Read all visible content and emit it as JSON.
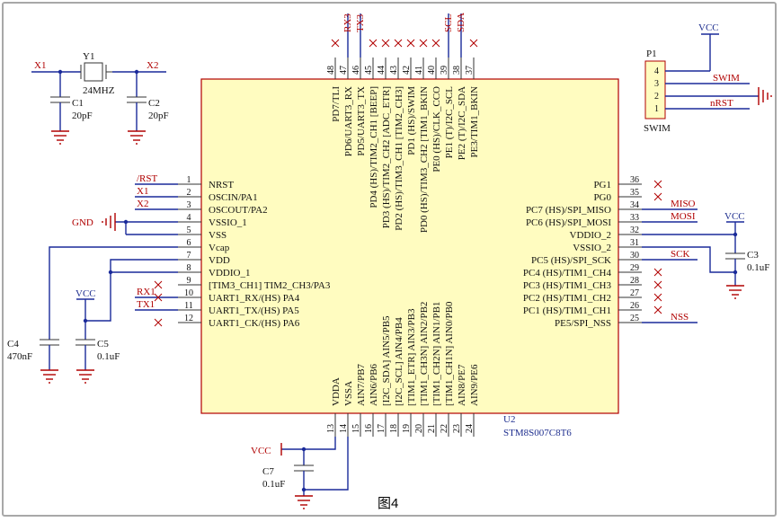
{
  "figure_caption": "图4",
  "mcu": {
    "designator": "U2",
    "part": "STM8S007C8T6",
    "left_pins": [
      {
        "num": "1",
        "name": "NRST",
        "net": "/RST"
      },
      {
        "num": "2",
        "name": "OSCIN/PA1",
        "net": "X1"
      },
      {
        "num": "3",
        "name": "OSCOUT/PA2",
        "net": "X2"
      },
      {
        "num": "4",
        "name": "VSSIO_1",
        "net": "GND"
      },
      {
        "num": "5",
        "name": "VSS",
        "net": ""
      },
      {
        "num": "6",
        "name": "Vcap",
        "net": ""
      },
      {
        "num": "7",
        "name": "VDD",
        "net": ""
      },
      {
        "num": "8",
        "name": "VDDIO_1",
        "net": ""
      },
      {
        "num": "9",
        "name": "[TIM3_CH1] TIM2_CH3/PA3",
        "net": ""
      },
      {
        "num": "10",
        "name": "UART1_RX/(HS) PA4",
        "net": "RX1"
      },
      {
        "num": "11",
        "name": "UART1_TX/(HS) PA5",
        "net": "TX1"
      },
      {
        "num": "12",
        "name": "UART1_CK/(HS) PA6",
        "net": ""
      }
    ],
    "right_pins": [
      {
        "num": "36",
        "name": "PG1",
        "net": ""
      },
      {
        "num": "35",
        "name": "PG0",
        "net": ""
      },
      {
        "num": "34",
        "name": "PC7 (HS)/SPI_MISO",
        "net": "MISO"
      },
      {
        "num": "33",
        "name": "PC6 (HS)/SPI_MOSI",
        "net": "MOSI"
      },
      {
        "num": "32",
        "name": "VDDIO_2",
        "net": "VCC"
      },
      {
        "num": "31",
        "name": "VSSIO_2",
        "net": ""
      },
      {
        "num": "30",
        "name": "PC5 (HS)/SPI_SCK",
        "net": "SCK"
      },
      {
        "num": "29",
        "name": "PC4 (HS)/TIM1_CH4",
        "net": ""
      },
      {
        "num": "28",
        "name": "PC3 (HS)/TIM1_CH3",
        "net": ""
      },
      {
        "num": "27",
        "name": "PC2 (HS)/TIM1_CH2",
        "net": ""
      },
      {
        "num": "26",
        "name": "PC1 (HS)/TIM1_CH1",
        "net": ""
      },
      {
        "num": "25",
        "name": "PE5/SPI_NSS",
        "net": "NSS"
      }
    ],
    "top_pins": [
      {
        "num": "48",
        "name": "PD7/TLI"
      },
      {
        "num": "47",
        "name": "PD6/UART3_RX"
      },
      {
        "num": "46",
        "name": "PD5/UART3_TX"
      },
      {
        "num": "45",
        "name": "PD4 (HS)/TIM2_CH1 [BEEP]"
      },
      {
        "num": "44",
        "name": "PD3 (HS)/TIM2_CH2 [ADC_ETR]"
      },
      {
        "num": "43",
        "name": "PD2 (HS)/TIM3_CH1 [TIM2_CH3]"
      },
      {
        "num": "42",
        "name": "PD1 (HS)/SWIM"
      },
      {
        "num": "41",
        "name": "PD0 (HS)/TIM3_CH2 [TIM1_BKIN"
      },
      {
        "num": "40",
        "name": "PE0 (HS)/CLK_CCO"
      },
      {
        "num": "39",
        "name": "PE1 (T)/I2C_SCL"
      },
      {
        "num": "38",
        "name": "PE2 (T)/I2C_SDA"
      },
      {
        "num": "37",
        "name": "PE3/TIM1_BKIN"
      }
    ],
    "top_nets": [
      "RX3",
      "TX3",
      "SCL",
      "SDA"
    ],
    "bottom_pins": [
      {
        "num": "13",
        "name": "VDDA"
      },
      {
        "num": "14",
        "name": "VSSA"
      },
      {
        "num": "15",
        "name": "AIN7/PB7"
      },
      {
        "num": "16",
        "name": "AIN6/PB6"
      },
      {
        "num": "17",
        "name": "[I2C_SDA] AIN5/PB5"
      },
      {
        "num": "18",
        "name": "[I2C_SCL] AIN4/PB4"
      },
      {
        "num": "19",
        "name": "[TIM1_ETR] AIN3/PB3"
      },
      {
        "num": "20",
        "name": "[TIM1_CH3N] AIN2/PB2"
      },
      {
        "num": "21",
        "name": "[TIM1_CH2N] AIN1/PB1"
      },
      {
        "num": "22",
        "name": "[TIM1_CH1N] AIN0/PB0"
      },
      {
        "num": "23",
        "name": "AIN8/PE7"
      },
      {
        "num": "24",
        "name": "AIN9/PE6"
      }
    ]
  },
  "crystal": {
    "ref": "Y1",
    "value": "24MHZ",
    "net_left": "X1",
    "net_right": "X2"
  },
  "caps": {
    "c1": {
      "ref": "C1",
      "value": "20pF"
    },
    "c2": {
      "ref": "C2",
      "value": "20pF"
    },
    "c3": {
      "ref": "C3",
      "value": "0.1uF"
    },
    "c4": {
      "ref": "C4",
      "value": "470nF"
    },
    "c5": {
      "ref": "C5",
      "value": "0.1uF"
    },
    "c7": {
      "ref": "C7",
      "value": "0.1uF"
    }
  },
  "header": {
    "ref": "P1",
    "name": "SWIM",
    "pins": [
      {
        "num": "4",
        "net": ""
      },
      {
        "num": "3",
        "net": "SWIM"
      },
      {
        "num": "2",
        "net": ""
      },
      {
        "num": "1",
        "net": "nRST"
      }
    ]
  },
  "power": {
    "vcc": "VCC",
    "gnd": "GND"
  },
  "colors": {
    "wire": "#1a2a9a",
    "net_label": "#b00000",
    "body_fill": "#fffcc0",
    "body_stroke": "#b00000"
  }
}
